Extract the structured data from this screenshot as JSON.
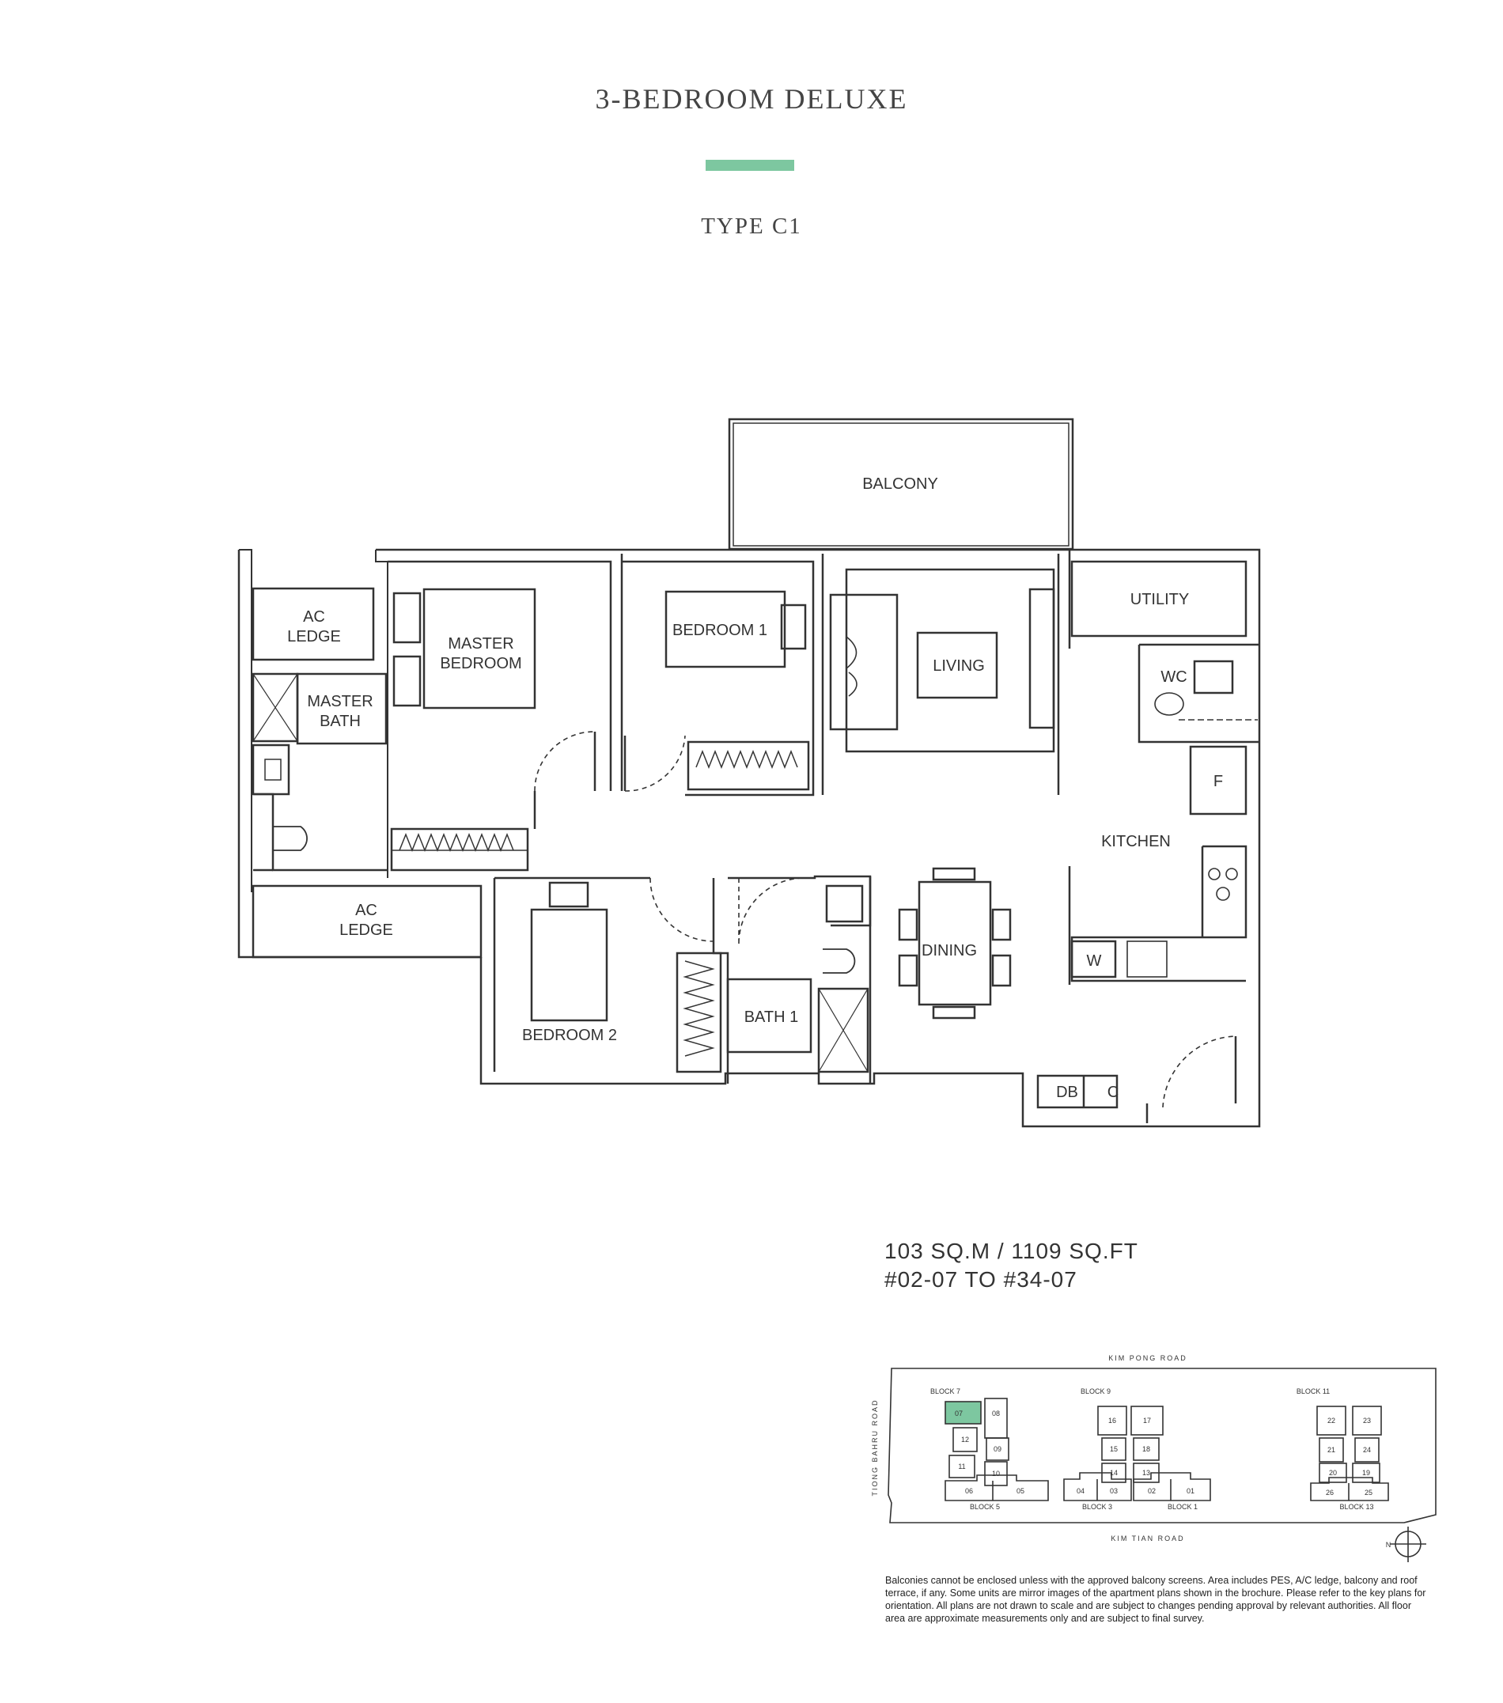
{
  "header": {
    "title": "3-BEDROOM DELUXE",
    "type_label": "TYPE C1",
    "accent_color": "#7dc7a0"
  },
  "floor_plan": {
    "rooms": {
      "balcony": "BALCONY",
      "ac_ledge_top_line1": "AC",
      "ac_ledge_top_line2": "LEDGE",
      "master_bedroom_line1": "MASTER",
      "master_bedroom_line2": "BEDROOM",
      "master_bath_line1": "MASTER",
      "master_bath_line2": "BATH",
      "bedroom1": "BEDROOM 1",
      "living": "LIVING",
      "utility": "UTILITY",
      "wc": "WC",
      "fridge": "F",
      "kitchen": "KITCHEN",
      "ac_ledge_bottom_line1": "AC",
      "ac_ledge_bottom_line2": "LEDGE",
      "bedroom2": "BEDROOM 2",
      "bath1": "BATH 1",
      "dining": "DINING",
      "washer": "W",
      "db": "DB",
      "c": "C"
    }
  },
  "unit_info": {
    "area": "103 SQ.M / 1109 SQ.FT",
    "units": "#02-07 TO #34-07"
  },
  "key_plan": {
    "road_top": "KIM PONG ROAD",
    "road_bottom": "KIM TIAN ROAD",
    "road_left": "TIONG BAHRU ROAD",
    "highlight_color": "#7dc7a0",
    "blocks": {
      "block7": "BLOCK 7",
      "block9": "BLOCK 9",
      "block11": "BLOCK 11",
      "block5": "BLOCK 5",
      "block3": "BLOCK 3",
      "block1": "BLOCK 1",
      "block13": "BLOCK 13"
    },
    "units": {
      "u07": "07",
      "u08": "08",
      "u12": "12",
      "u09": "09",
      "u11": "11",
      "u10": "10",
      "u06": "06",
      "u05": "05",
      "u04": "04",
      "u03": "03",
      "u02": "02",
      "u01": "01",
      "u16": "16",
      "u17": "17",
      "u15": "15",
      "u18": "18",
      "u14": "14",
      "u13": "13",
      "u22": "22",
      "u23": "23",
      "u21": "21",
      "u24": "24",
      "u20": "20",
      "u19": "19",
      "u26": "26",
      "u25": "25"
    },
    "north_label": "N"
  },
  "disclaimer": "Balconies cannot be enclosed unless with the approved balcony screens. Area includes PES, A/C ledge, balcony and roof terrace, if any. Some units are mirror images of the apartment plans shown in the brochure. Please refer to the key plans for orientation. All plans are not drawn to scale and are subject to changes pending approval by relevant authorities. All floor area are approximate measurements only and are subject to final survey."
}
